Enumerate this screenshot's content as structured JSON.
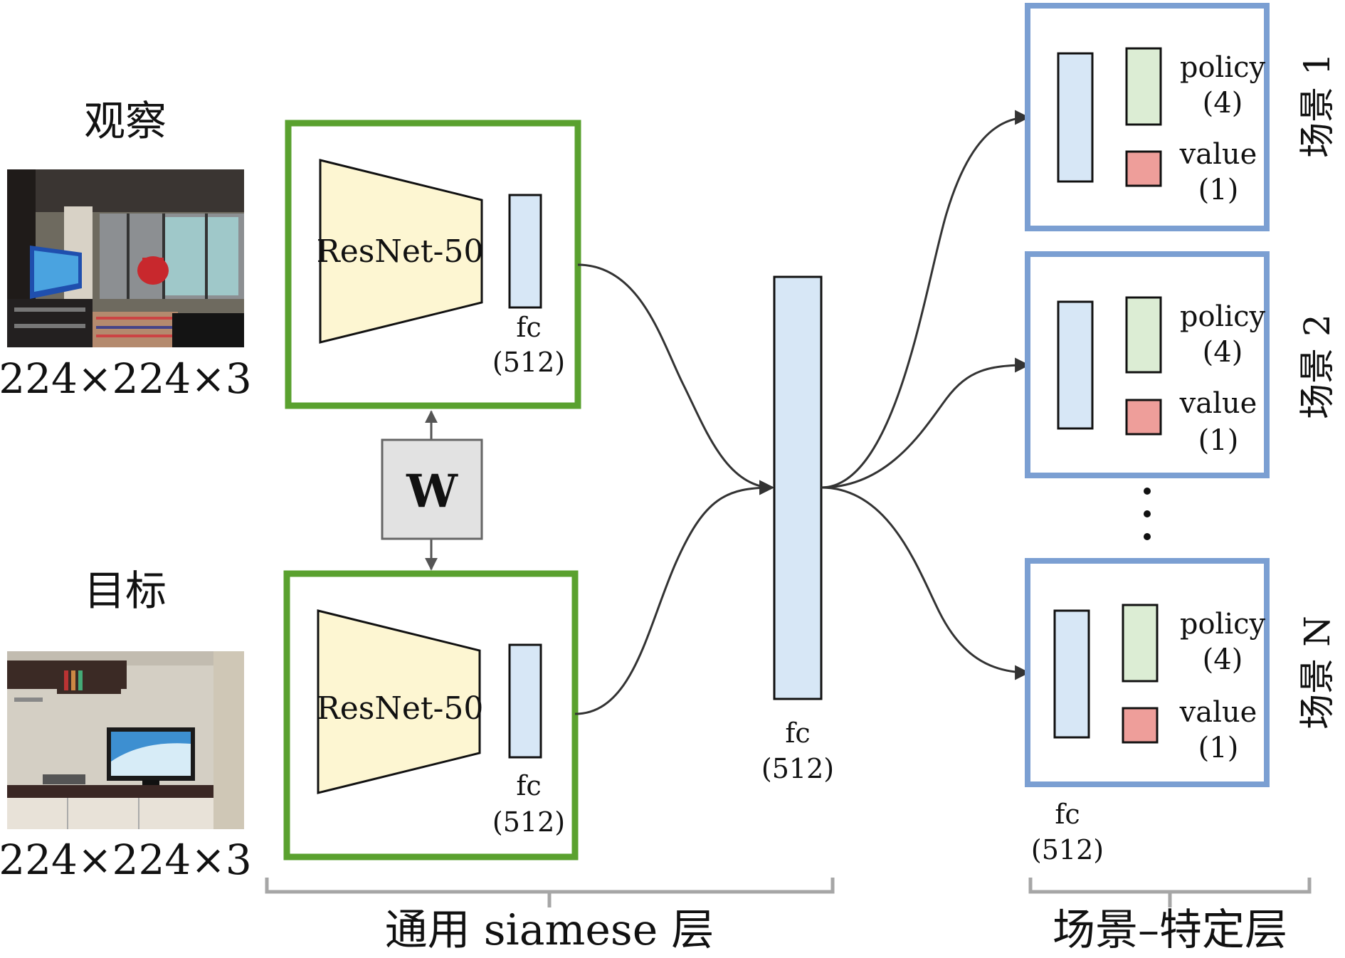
{
  "inputs": {
    "observation": {
      "label": "观察",
      "size": "224×224×3"
    },
    "target": {
      "label": "目标",
      "size": "224×224×3"
    }
  },
  "siamese": {
    "backbone_label": "ResNet-50",
    "fc_label": "fc",
    "fc_size": "(512)",
    "shared_weight_label": "W",
    "section_label": "通用 siamese 层"
  },
  "fusion": {
    "fc_label": "fc",
    "fc_size": "(512)"
  },
  "scenes": [
    {
      "title": "场景 1",
      "policy_label": "policy",
      "policy_size": "(4)",
      "value_label": "value",
      "value_size": "(1)"
    },
    {
      "title": "场景 2",
      "policy_label": "policy",
      "policy_size": "(4)",
      "value_label": "value",
      "value_size": "(1)"
    },
    {
      "title": "场景 N",
      "policy_label": "policy",
      "policy_size": "(4)",
      "value_label": "value",
      "value_size": "(1)"
    }
  ],
  "scene_specific": {
    "fc_label": "fc",
    "fc_size": "(512)",
    "section_label": "场景–特定层"
  },
  "colors": {
    "siamese_border": "#5aa12f",
    "scene_border": "#7b9fd2",
    "backbone_fill": "#fdf6d2",
    "fc_fill": "#d7e7f6",
    "policy_fill": "#dcedd4",
    "value_fill": "#ee9e9a",
    "weight_fill": "#e2e2e2",
    "bracket": "#a6a6a6"
  }
}
